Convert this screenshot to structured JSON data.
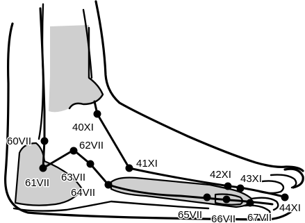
{
  "points": [
    {
      "id": "pt-60vii",
      "label": "60VII",
      "meridian": "VII"
    },
    {
      "id": "pt-61vii",
      "label": "61VII",
      "meridian": "VII"
    },
    {
      "id": "pt-62vii",
      "label": "62VII",
      "meridian": "VII"
    },
    {
      "id": "pt-63vii",
      "label": "63VII",
      "meridian": "VII"
    },
    {
      "id": "pt-64vii",
      "label": "64VII",
      "meridian": "VII"
    },
    {
      "id": "pt-65vii",
      "label": "65VII",
      "meridian": "VII"
    },
    {
      "id": "pt-66vii",
      "label": "66VII",
      "meridian": "VII"
    },
    {
      "id": "pt-67vii",
      "label": "67VII",
      "meridian": "VII"
    },
    {
      "id": "pt-40xi",
      "label": "40XI",
      "meridian": "XI"
    },
    {
      "id": "pt-41xi",
      "label": "41XI",
      "meridian": "XI"
    },
    {
      "id": "pt-42xi",
      "label": "42XI",
      "meridian": "XI"
    },
    {
      "id": "pt-43xi",
      "label": "43XI",
      "meridian": "XI"
    },
    {
      "id": "pt-44xi",
      "label": "44XI",
      "meridian": "XI"
    }
  ],
  "colors": {
    "bone_fill": "#cfcfcf",
    "outline": "#000000",
    "background": "#ffffff"
  }
}
